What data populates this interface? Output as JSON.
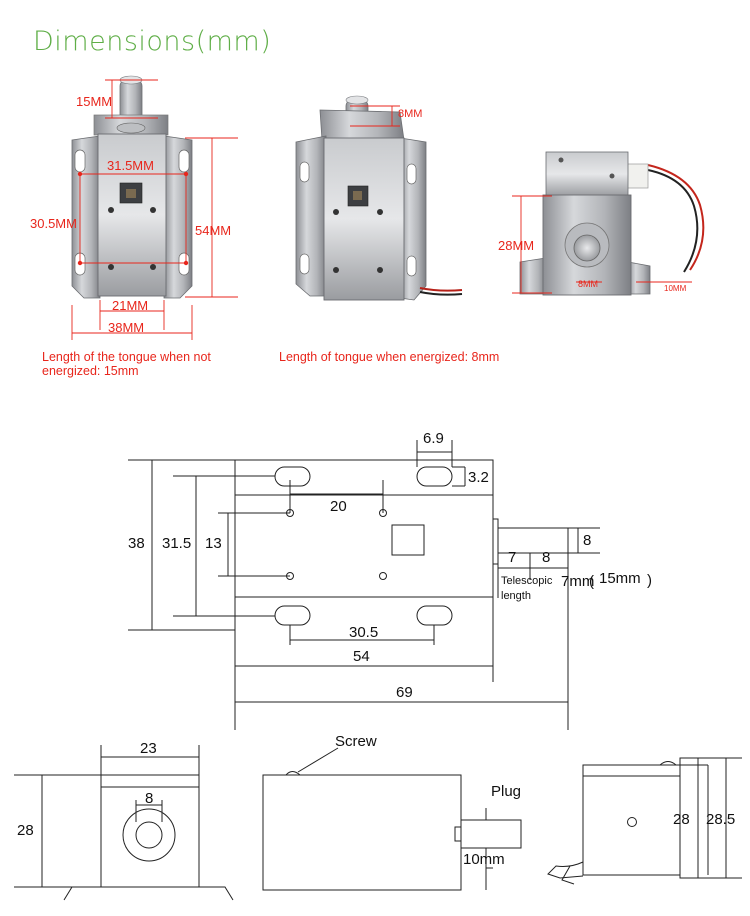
{
  "title": "Dimensions(mm)",
  "photos": {
    "p1": {
      "d15": "15MM",
      "d315": "31.5MM",
      "d305": "30.5MM",
      "d54": "54MM",
      "d21": "21MM",
      "d38": "38MM"
    },
    "p2": {
      "d8": "8MM"
    },
    "p3": {
      "d28": "28MM",
      "d8": "8MM",
      "d10": "10MM"
    }
  },
  "captions": {
    "c1": "Length of the tongue when not energized: 15mm",
    "c2": "Length of tongue when energized: 8mm"
  },
  "drawing_top": {
    "d69": "6.9",
    "d32": "3.2",
    "d20": "20",
    "d38": "38",
    "d315": "31.5",
    "d13": "13",
    "d7": "7",
    "d8a": "8",
    "d8b": "8",
    "telescopic": "Telescopic",
    "length": "length",
    "d7mm": "7mm",
    "d15mm": "15mm",
    "paren_open": "(",
    "paren_close": ")",
    "d305": "30.5",
    "d54": "54",
    "d69b": "69"
  },
  "drawing_bottom": {
    "d23": "23",
    "d8": "8",
    "d28": "28",
    "screw": "Screw",
    "plug": "Plug",
    "d10mm": "10mm",
    "d28b": "28",
    "d285": "28.5"
  }
}
